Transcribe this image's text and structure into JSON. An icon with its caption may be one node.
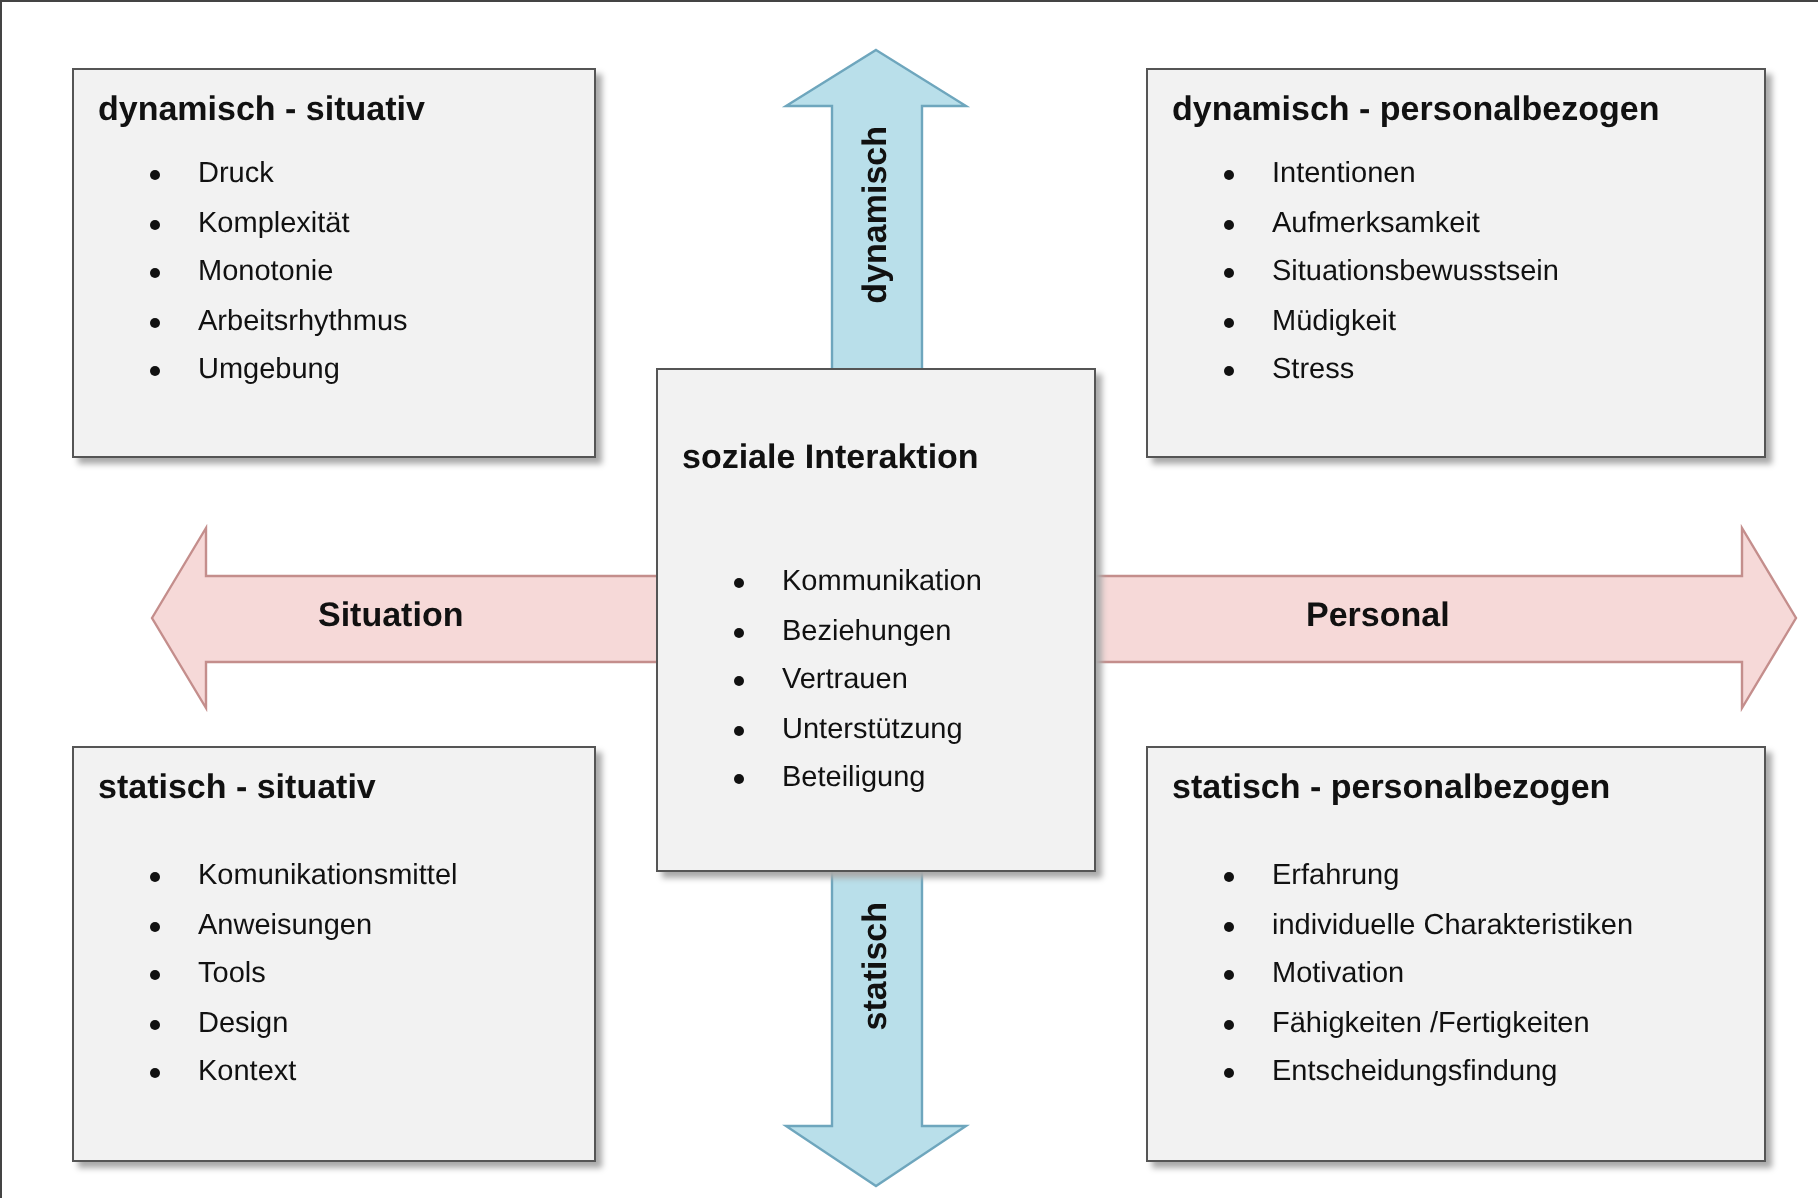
{
  "diagram": {
    "nodes": [
      {
        "text": [
          "dynamisch - situativ",
          "Druck",
          "Komplexität",
          "Monotonie",
          "Arbeitsrhythmus",
          "Umgebung"
        ]
      },
      {
        "text": [
          "dynamisch - personalbezogen",
          "Intentionen",
          "Aufmerksamkeit",
          "Situationsbewusstsein",
          "Müdigkeit",
          "Stress"
        ]
      },
      {
        "text": [
          "soziale Interaktion",
          "Kommunikation",
          "Beziehungen",
          "Vertrauen",
          "Unterstützung",
          "Beteiligung"
        ]
      },
      {
        "text": [
          "statisch - situativ",
          "Komunikationsmittel",
          "Anweisungen",
          "Tools",
          "Design",
          "Kontext"
        ]
      },
      {
        "text": [
          "statisch - personalbezogen",
          "Erfahrung",
          "individuelle Charakteristiken",
          "Motivation",
          "Fähigkeiten /Fertigkeiten",
          "Entscheidungsfindung"
        ]
      }
    ],
    "labels": [
      "dynamisch",
      "Situation",
      "Personal",
      "statisch"
    ]
  }
}
